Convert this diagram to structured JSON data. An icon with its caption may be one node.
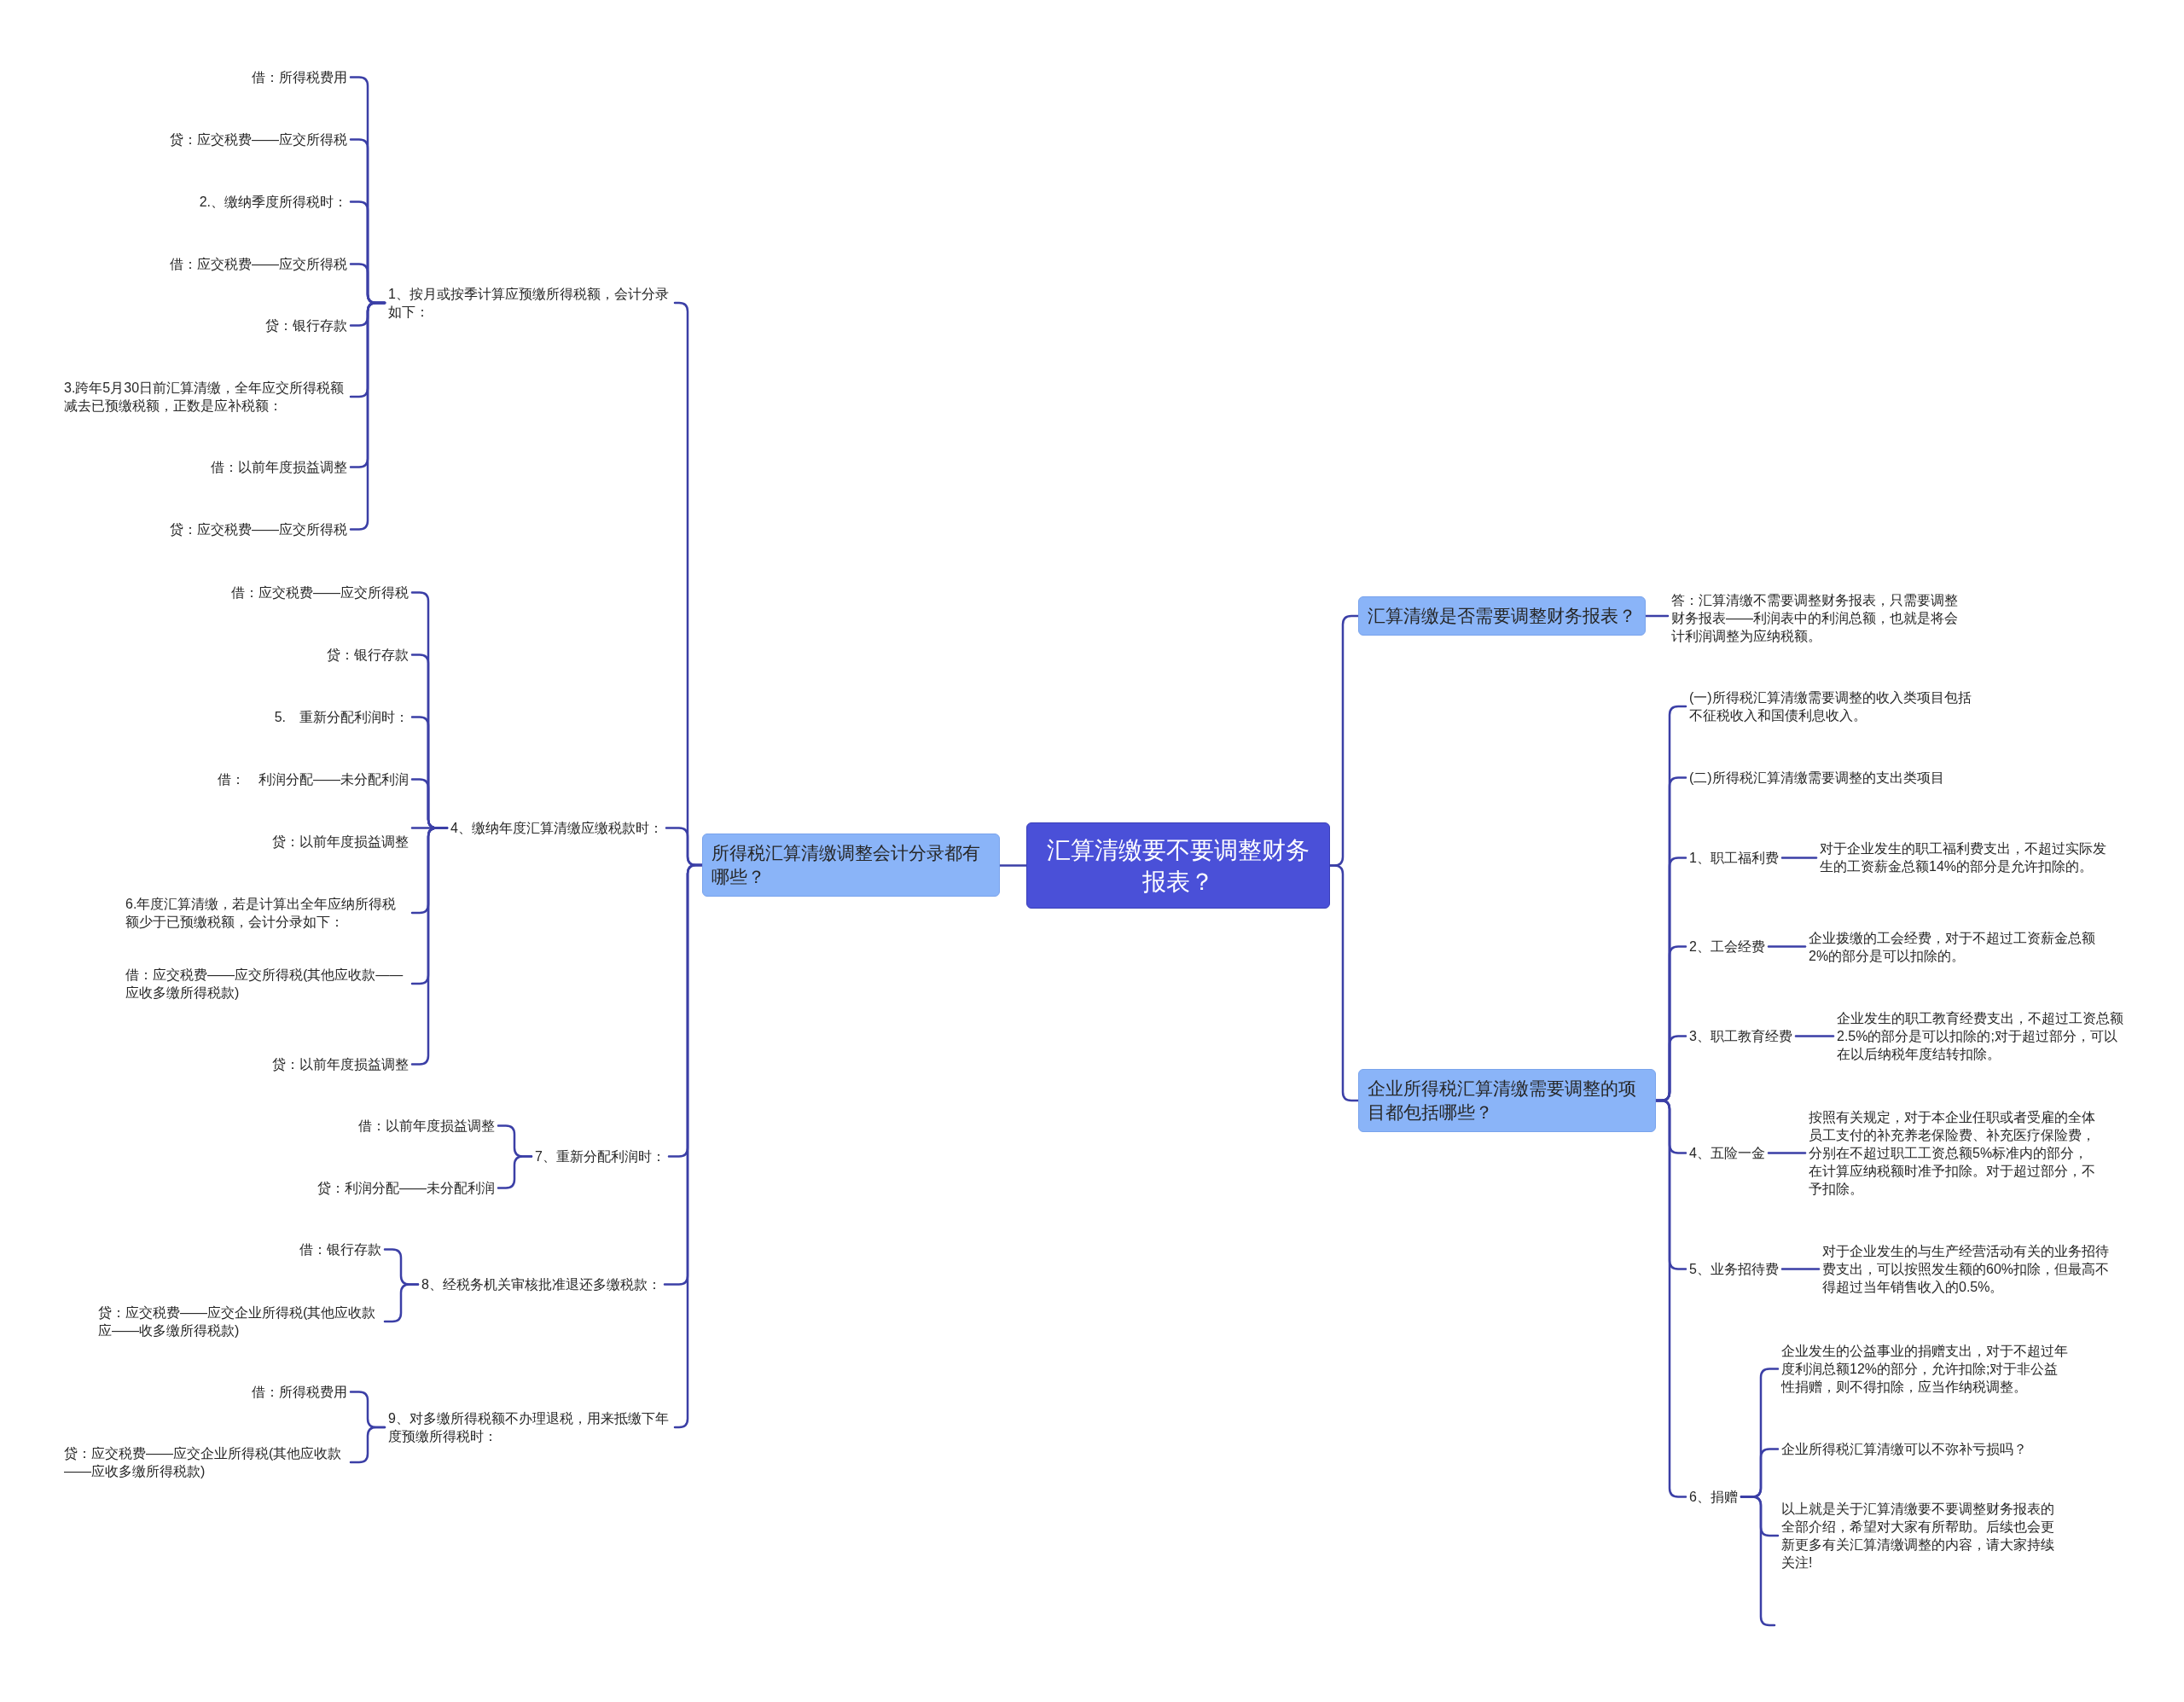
{
  "diagram": {
    "nodes": [
      {
        "text": [
          "汇算清缴要不要调整财务报表？"
        ]
      },
      {
        "text": [
          "所得税汇算清缴调整会计分录都有哪些？"
        ]
      },
      {
        "text": [
          "1、按月或按季计算应预缴所得税额，会计分录如下："
        ]
      },
      {
        "text": [
          "借：所得税费用"
        ]
      },
      {
        "text": [
          "贷：应交税费——应交所得税"
        ]
      },
      {
        "text": [
          "2.、缴纳季度所得税时："
        ]
      },
      {
        "text": [
          "借：应交税费——应交所得税"
        ]
      },
      {
        "text": [
          "贷：银行存款"
        ]
      },
      {
        "text": [
          "3.跨年5月30日前汇算清缴，全年应交所得税额减去已预缴税额，正数是应补税额："
        ]
      },
      {
        "text": [
          "借：以前年度损益调整"
        ]
      },
      {
        "text": [
          "贷：应交税费——应交所得税"
        ]
      },
      {
        "text": [
          "4、缴纳年度汇算清缴应缴税款时："
        ]
      },
      {
        "text": [
          "借：应交税费——应交所得税"
        ]
      },
      {
        "text": [
          "贷：银行存款"
        ]
      },
      {
        "text": [
          "5.　重新分配利润时："
        ]
      },
      {
        "text": [
          "借：　利润分配——未分配利润"
        ]
      },
      {
        "text": [
          "贷：以前年度损益调整"
        ]
      },
      {
        "text": [
          "6.年度汇算清缴，若是计算出全年应纳所得税额少于已预缴税额，会计分录如下："
        ]
      },
      {
        "text": [
          "借：应交税费——应交所得税(其他应收款——应收多缴所得税款)"
        ]
      },
      {
        "text": [
          "贷：以前年度损益调整"
        ]
      },
      {
        "text": [
          "7、重新分配利润时："
        ]
      },
      {
        "text": [
          "借：以前年度损益调整"
        ]
      },
      {
        "text": [
          "贷：利润分配——未分配利润"
        ]
      },
      {
        "text": [
          "8、经税务机关审核批准退还多缴税款："
        ]
      },
      {
        "text": [
          "借：银行存款"
        ]
      },
      {
        "text": [
          "贷：应交税费——应交企业所得税(其他应收款应——收多缴所得税款)"
        ]
      },
      {
        "text": [
          "9、对多缴所得税额不办理退税，用来抵缴下年度预缴所得税时："
        ]
      },
      {
        "text": [
          "借：所得税费用"
        ]
      },
      {
        "text": [
          "贷：应交税费——应交企业所得税(其他应收款——应收多缴所得税款)"
        ]
      },
      {
        "text": [
          "汇算清缴是否需要调整财务报表？"
        ]
      },
      {
        "text": [
          "答：汇算清缴不需要调整财务报表，只需要调整财务报表——利润表中的利润总额，也就是将会计利润调整为应纳税额。"
        ]
      },
      {
        "text": [
          "企业所得税汇算清缴需要调整的项目都包括哪些？"
        ]
      },
      {
        "text": [
          "(一)所得税汇算清缴需要调整的收入类项目包括不征税收入和国债利息收入。"
        ]
      },
      {
        "text": [
          "(二)所得税汇算清缴需要调整的支出类项目"
        ]
      },
      {
        "text": [
          "1、职工福利费"
        ]
      },
      {
        "text": [
          "对于企业发生的职工福利费支出，不超过实际发生的工资薪金总额14%的部分是允许扣除的。"
        ]
      },
      {
        "text": [
          "2、工会经费"
        ]
      },
      {
        "text": [
          "企业拨缴的工会经费，对于不超过工资薪金总额2%的部分是可以扣除的。"
        ]
      },
      {
        "text": [
          "3、职工教育经费"
        ]
      },
      {
        "text": [
          "企业发生的职工教育经费支出，不超过工资总额2.5%的部分是可以扣除的;对于超过部分，可以在以后纳税年度结转扣除。"
        ]
      },
      {
        "text": [
          "4、五险一金"
        ]
      },
      {
        "text": [
          "按照有关规定，对于本企业任职或者受雇的全体员工支付的补充养老保险费、补充医疗保险费，分别在不超过职工工资总额5%标准内的部分，在计算应纳税额时准予扣除。对于超过部分，不予扣除。"
        ]
      },
      {
        "text": [
          "5、业务招待费"
        ]
      },
      {
        "text": [
          "对于企业发生的与生产经营活动有关的业务招待费支出，可以按照发生额的60%扣除，但最高不得超过当年销售收入的0.5%。"
        ]
      },
      {
        "text": [
          "6、捐赠"
        ]
      },
      {
        "text": [
          "企业发生的公益事业的捐赠支出，对于不超过年度利润总额12%的部分，允许扣除;对于非公益性捐赠，则不得扣除，应当作纳税调整。"
        ]
      },
      {
        "text": [
          "企业所得税汇算清缴可以不弥补亏损吗？"
        ]
      },
      {
        "text": [
          "以上就是关于汇算清缴要不要调整财务报表的全部介绍，希望对大家有所帮助。后续也会更新更多有关汇算清缴调整的内容，请大家持续关注!"
        ]
      }
    ],
    "edges": [
      {
        "from": 0,
        "to": 1,
        "arrow": "none"
      },
      {
        "from": 0,
        "to": 29,
        "arrow": "none"
      },
      {
        "from": 0,
        "to": 31,
        "arrow": "none"
      },
      {
        "from": 1,
        "to": 2,
        "arrow": "none"
      },
      {
        "from": 1,
        "to": 11,
        "arrow": "none"
      },
      {
        "from": 1,
        "to": 20,
        "arrow": "none"
      },
      {
        "from": 1,
        "to": 23,
        "arrow": "none"
      },
      {
        "from": 1,
        "to": 26,
        "arrow": "none"
      },
      {
        "from": 2,
        "to": 3,
        "arrow": "none"
      },
      {
        "from": 2,
        "to": 4,
        "arrow": "none"
      },
      {
        "from": 2,
        "to": 5,
        "arrow": "none"
      },
      {
        "from": 2,
        "to": 6,
        "arrow": "none"
      },
      {
        "from": 2,
        "to": 7,
        "arrow": "none"
      },
      {
        "from": 2,
        "to": 8,
        "arrow": "none"
      },
      {
        "from": 2,
        "to": 9,
        "arrow": "none"
      },
      {
        "from": 2,
        "to": 10,
        "arrow": "none"
      },
      {
        "from": 11,
        "to": 12,
        "arrow": "none"
      },
      {
        "from": 11,
        "to": 13,
        "arrow": "none"
      },
      {
        "from": 11,
        "to": 14,
        "arrow": "none"
      },
      {
        "from": 11,
        "to": 15,
        "arrow": "none"
      },
      {
        "from": 11,
        "to": 16,
        "arrow": "none"
      },
      {
        "from": 11,
        "to": 17,
        "arrow": "none"
      },
      {
        "from": 11,
        "to": 18,
        "arrow": "none"
      },
      {
        "from": 11,
        "to": 19,
        "arrow": "none"
      },
      {
        "from": 20,
        "to": 21,
        "arrow": "none"
      },
      {
        "from": 20,
        "to": 22,
        "arrow": "none"
      },
      {
        "from": 23,
        "to": 24,
        "arrow": "none"
      },
      {
        "from": 23,
        "to": 25,
        "arrow": "none"
      },
      {
        "from": 26,
        "to": 27,
        "arrow": "none"
      },
      {
        "from": 26,
        "to": 28,
        "arrow": "none"
      },
      {
        "from": 29,
        "to": 30,
        "arrow": "none"
      },
      {
        "from": 31,
        "to": 32,
        "arrow": "none"
      },
      {
        "from": 31,
        "to": 33,
        "arrow": "none"
      },
      {
        "from": 31,
        "to": 34,
        "arrow": "none"
      },
      {
        "from": 31,
        "to": 36,
        "arrow": "none"
      },
      {
        "from": 31,
        "to": 38,
        "arrow": "none"
      },
      {
        "from": 31,
        "to": 40,
        "arrow": "none"
      },
      {
        "from": 31,
        "to": 42,
        "arrow": "none"
      },
      {
        "from": 31,
        "to": 44,
        "arrow": "none"
      },
      {
        "from": 34,
        "to": 35,
        "arrow": "none"
      },
      {
        "from": 36,
        "to": 37,
        "arrow": "none"
      },
      {
        "from": 38,
        "to": 39,
        "arrow": "none"
      },
      {
        "from": 40,
        "to": 41,
        "arrow": "none"
      },
      {
        "from": 42,
        "to": 43,
        "arrow": "none"
      },
      {
        "from": 44,
        "to": 45,
        "arrow": "none"
      },
      {
        "from": 44,
        "to": 46,
        "arrow": "none"
      },
      {
        "from": 44,
        "to": 47,
        "arrow": "none"
      },
      {
        "from": 44,
        "to": null,
        "arrow": "none"
      }
    ]
  }
}
